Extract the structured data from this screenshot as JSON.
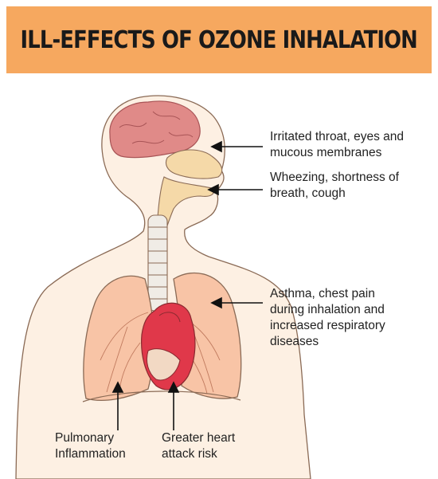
{
  "title": "ILL-EFFECTS OF OZONE INHALATION",
  "labels": {
    "throat": "Irritated throat, eyes and\nmucous membranes",
    "wheeze": "Wheezing, shortness of\nbreath, cough",
    "asthma": "Asthma, chest pain\nduring inhalation and\nincreased respiratory\ndiseases",
    "pulmonary": "Pulmonary\nInflammation",
    "heart": "Greater heart\nattack risk"
  },
  "colors": {
    "banner": "#f6a85f",
    "skin": "#fdf0e3",
    "outline": "#8a6a55",
    "brain": "#e08a88",
    "sinus": "#f5d9a8",
    "lung": "#f8c4a6",
    "heart": "#e0384a",
    "arrow": "#111111"
  }
}
